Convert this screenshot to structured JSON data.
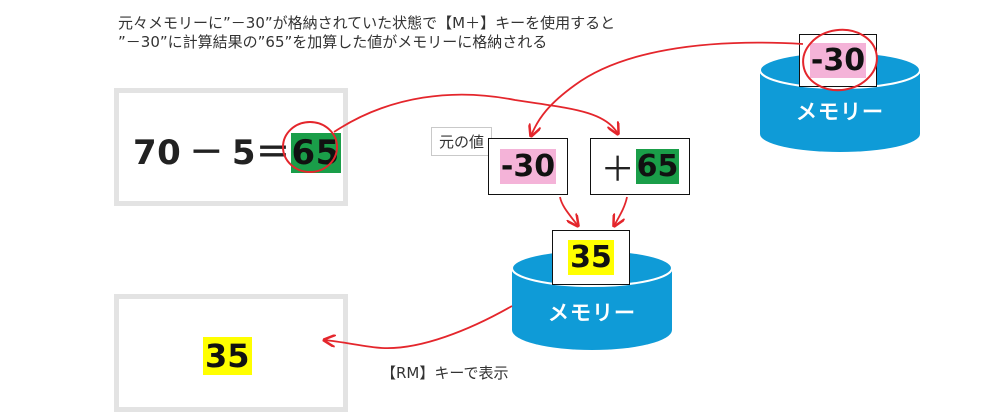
{
  "caption": {
    "line1": "元々メモリーに”－30”が格納されていた状態で【M＋】キーを使用すると",
    "line2": "”－30”に計算結果の”65”を加算した値がメモリーに格納される"
  },
  "display_top": {
    "operand1": "70",
    "operator": "－",
    "operand2": "5",
    "equals": "＝",
    "result": "65"
  },
  "memory_top": {
    "label": "メモリー",
    "value": "-30"
  },
  "original_value_tag": "元の値",
  "old_value_box": "-30",
  "add_box": {
    "sign": "＋",
    "value": "65"
  },
  "result_box": "35",
  "memory_bottom": {
    "label": "メモリー"
  },
  "display_bottom": {
    "value": "35"
  },
  "rm_caption": "【RM】キーで表示",
  "colors": {
    "memory_cylinder": "#0f9bd7",
    "arrow": "#e4262c",
    "highlight_green": "#1a9e49",
    "highlight_pink": "#f4b3d8",
    "highlight_yellow": "#ffff00"
  }
}
